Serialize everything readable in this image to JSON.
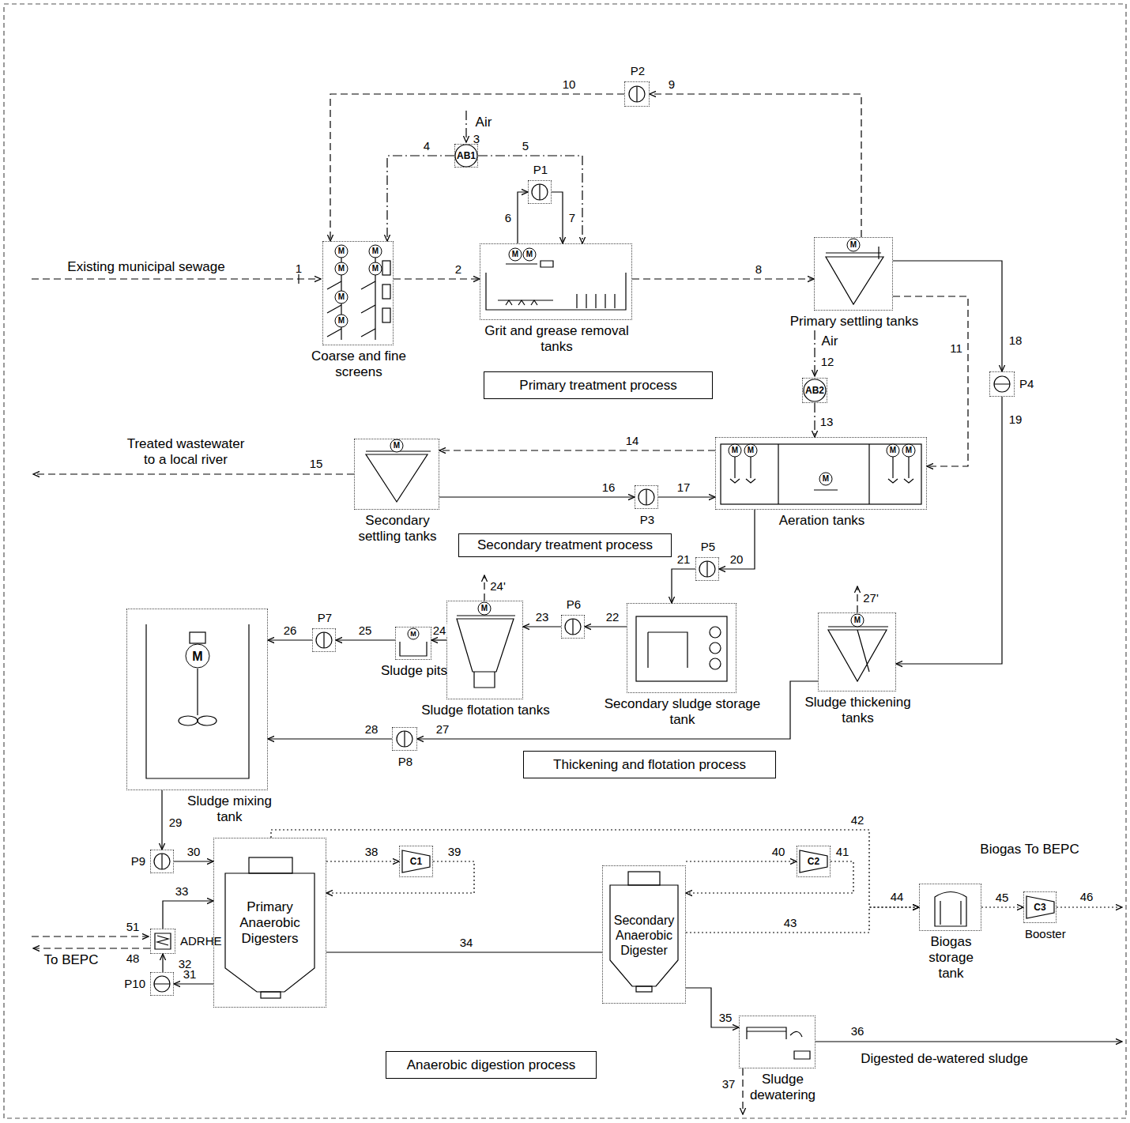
{
  "diagram": {
    "nodes": [
      {
        "text": [
          "Coarse and fine screens"
        ]
      },
      {
        "text": [
          "AB1"
        ]
      },
      {
        "text": [
          "Grit and grease removal tanks"
        ]
      },
      {
        "text": [
          "P1"
        ]
      },
      {
        "text": [
          "P2"
        ]
      },
      {
        "text": [
          "Primary settling tanks"
        ]
      },
      {
        "text": [
          "P4"
        ]
      },
      {
        "text": [
          "AB2"
        ]
      },
      {
        "text": [
          "Aeration tanks"
        ]
      },
      {
        "text": [
          "Secondary settling tanks"
        ]
      },
      {
        "text": [
          "P3"
        ]
      },
      {
        "text": [
          "P5"
        ]
      },
      {
        "text": [
          "Secondary sludge storage tank"
        ]
      },
      {
        "text": [
          "P6"
        ]
      },
      {
        "text": [
          "Sludge flotation tanks"
        ]
      },
      {
        "text": [
          "Sludge pits"
        ]
      },
      {
        "text": [
          "P7"
        ]
      },
      {
        "text": [
          "Sludge thickening tanks"
        ]
      },
      {
        "text": [
          "Sludge mixing tank"
        ]
      },
      {
        "text": [
          "P8"
        ]
      },
      {
        "text": [
          "P9"
        ]
      },
      {
        "text": [
          "Primary Anaerobic Digesters"
        ]
      },
      {
        "text": [
          "C1"
        ]
      },
      {
        "text": [
          "Secondary Anaerobic Digester"
        ]
      },
      {
        "text": [
          "C2"
        ]
      },
      {
        "text": [
          "Biogas storage tank"
        ]
      },
      {
        "text": [
          "C3",
          "Booster"
        ]
      },
      {
        "text": [
          "ADRHE"
        ]
      },
      {
        "text": [
          "P10"
        ]
      },
      {
        "text": [
          "Sludge dewatering"
        ]
      },
      {
        "text": [
          "Primary treatment process"
        ]
      },
      {
        "text": [
          "Secondary treatment process"
        ]
      },
      {
        "text": [
          "Thickening and flotation process"
        ]
      },
      {
        "text": [
          "Anaerobic digestion process"
        ]
      }
    ],
    "edges": [
      {
        "from": 0,
        "to": 2,
        "arrow": "to",
        "label": "2"
      },
      {
        "from": 1,
        "to": 0,
        "arrow": "to",
        "label": "4"
      },
      {
        "from": 1,
        "to": 2,
        "arrow": "to",
        "label": "5"
      },
      {
        "from": 2,
        "to": 3,
        "arrow": "to",
        "label": "6"
      },
      {
        "from": 3,
        "to": 2,
        "arrow": "to",
        "label": "7"
      },
      {
        "from": 5,
        "to": 4,
        "arrow": "to",
        "label": "9"
      },
      {
        "from": 4,
        "to": 0,
        "arrow": "to",
        "label": "10"
      },
      {
        "from": 2,
        "to": 5,
        "arrow": "to",
        "label": "8"
      },
      {
        "from": 5,
        "to": 8,
        "arrow": "to",
        "label": "11"
      },
      {
        "from": 5,
        "to": 6,
        "arrow": "to",
        "label": "18"
      },
      {
        "from": 6,
        "to": 17,
        "arrow": "to",
        "label": "19"
      },
      {
        "from": 7,
        "to": 8,
        "arrow": "to",
        "label": "13"
      },
      {
        "from": 8,
        "to": 9,
        "arrow": "to",
        "label": "14"
      },
      {
        "from": 9,
        "to": 10,
        "arrow": "to",
        "label": "16"
      },
      {
        "from": 10,
        "to": 8,
        "arrow": "to",
        "label": "17"
      },
      {
        "from": 8,
        "to": 11,
        "arrow": "to",
        "label": "20"
      },
      {
        "from": 11,
        "to": 12,
        "arrow": "to",
        "label": "21"
      },
      {
        "from": 12,
        "to": 13,
        "arrow": "to",
        "label": "22"
      },
      {
        "from": 13,
        "to": 14,
        "arrow": "to",
        "label": "23"
      },
      {
        "from": 14,
        "to": 15,
        "arrow": "to",
        "label": "24"
      },
      {
        "from": 15,
        "to": 16,
        "arrow": "to",
        "label": "25"
      },
      {
        "from": 16,
        "to": 18,
        "arrow": "to",
        "label": "26"
      },
      {
        "from": 17,
        "to": 19,
        "arrow": "to",
        "label": "27"
      },
      {
        "from": 19,
        "to": 18,
        "arrow": "to",
        "label": "28"
      },
      {
        "from": 18,
        "to": 20,
        "arrow": "to",
        "label": "29"
      },
      {
        "from": 20,
        "to": 21,
        "arrow": "to",
        "label": "30"
      },
      {
        "from": 21,
        "to": 22,
        "arrow": "to",
        "label": "38"
      },
      {
        "from": 22,
        "to": 21,
        "arrow": "to",
        "label": "39"
      },
      {
        "from": 21,
        "to": 23,
        "arrow": "none",
        "label": "34"
      },
      {
        "from": 23,
        "to": 24,
        "arrow": "to",
        "label": "40"
      },
      {
        "from": 24,
        "to": 23,
        "arrow": "to",
        "label": "41"
      },
      {
        "from": 21,
        "to": 25,
        "arrow": "to",
        "label": "42"
      },
      {
        "from": 23,
        "to": 25,
        "arrow": "to",
        "label": "43"
      },
      {
        "from": 25,
        "to": 26,
        "arrow": "to",
        "label": "45"
      },
      {
        "from": 21,
        "to": 28,
        "arrow": "to",
        "label": "31"
      },
      {
        "from": 28,
        "to": 27,
        "arrow": "to",
        "label": "32"
      },
      {
        "from": 27,
        "to": 21,
        "arrow": "to",
        "label": "33"
      },
      {
        "from": 23,
        "to": 29,
        "arrow": "to",
        "label": "35"
      }
    ],
    "labels": [
      "Existing municipal sewage",
      "1",
      "Air",
      "3",
      "Air",
      "12",
      "Treated wastewater to a local river",
      "15",
      "24'",
      "27'",
      "44",
      "Biogas To BEPC",
      "46",
      "51",
      "48",
      "To BEPC",
      "36",
      "Digested de-watered sludge",
      "37",
      "M",
      "M",
      "M",
      "M",
      "M",
      "M",
      "M",
      "M",
      "M",
      "M",
      "M",
      "M",
      "M",
      "M",
      "M",
      "M",
      "M",
      "M",
      "M"
    ]
  }
}
